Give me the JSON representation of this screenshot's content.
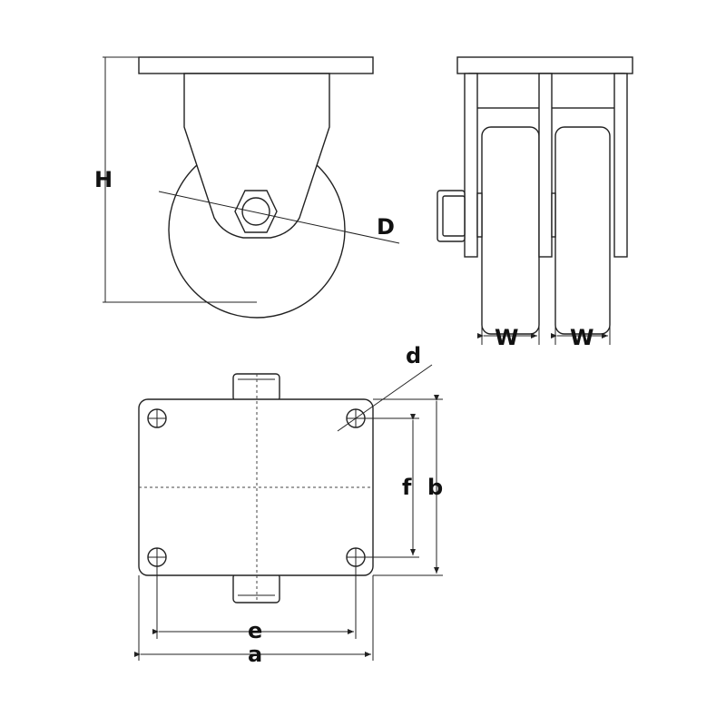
{
  "colors": {
    "line": "#222222",
    "fill": "#ffffff"
  },
  "labels": {
    "H": "H",
    "D": "D",
    "W1": "W",
    "W2": "W",
    "d": "d",
    "f": "f",
    "b": "b",
    "e": "e",
    "a": "a"
  }
}
